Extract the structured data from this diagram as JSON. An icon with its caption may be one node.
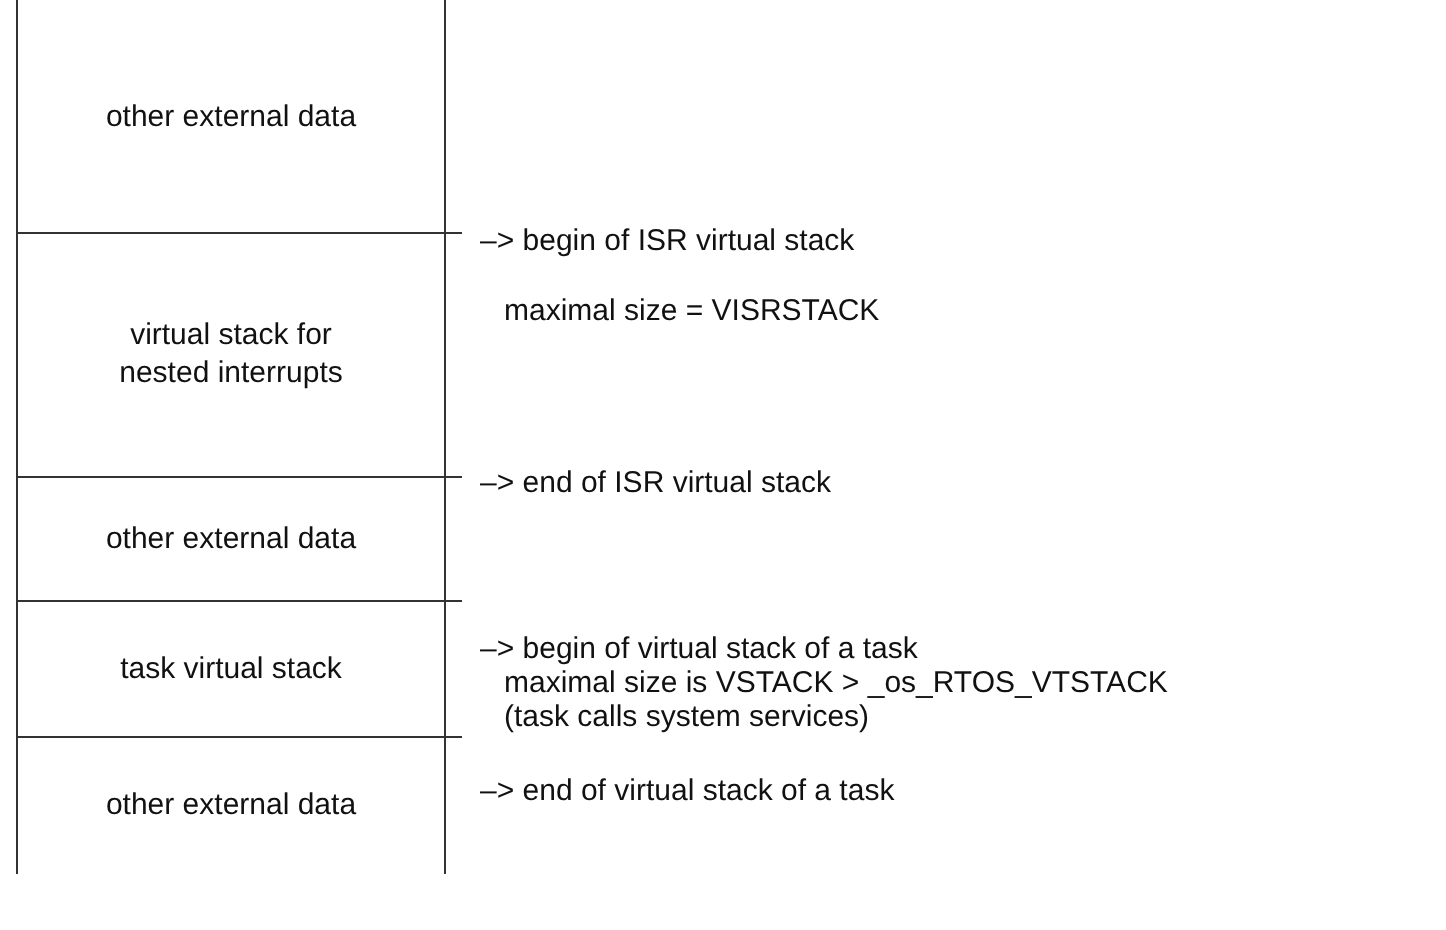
{
  "diagram": {
    "nodes": [
      {
        "text": [
          "other external data"
        ]
      },
      {
        "text": [
          "virtual stack for nested interrupts"
        ]
      },
      {
        "text": [
          "other external data"
        ]
      },
      {
        "text": [
          "task virtual stack"
        ]
      },
      {
        "text": [
          "other external data"
        ]
      }
    ],
    "labels": [
      "–> begin of ISR virtual stack",
      "maximal size = VISRSTACK",
      "–> end of ISR virtual stack",
      "–> begin of virtual stack of a task",
      "maximal size is VSTACK > _os_RTOS_VTSTACK (task calls system services)",
      "–> end of virtual stack of a task"
    ]
  }
}
